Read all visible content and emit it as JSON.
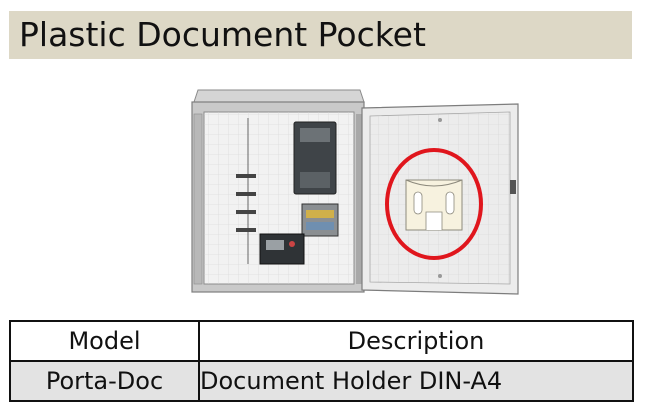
{
  "title": "Plastic Document Pocket",
  "colors": {
    "title_bg": "#ddd8c6",
    "highlight": "#e0161d",
    "table_row_bg": "#e3e3e3"
  },
  "figure": {
    "subject": "open electrical enclosure with document pocket on door",
    "highlight_shape": "circle"
  },
  "table": {
    "headers": [
      "Model",
      "Description"
    ],
    "rows": [
      [
        "Porta-Doc",
        "Document Holder DIN-A4"
      ]
    ]
  }
}
